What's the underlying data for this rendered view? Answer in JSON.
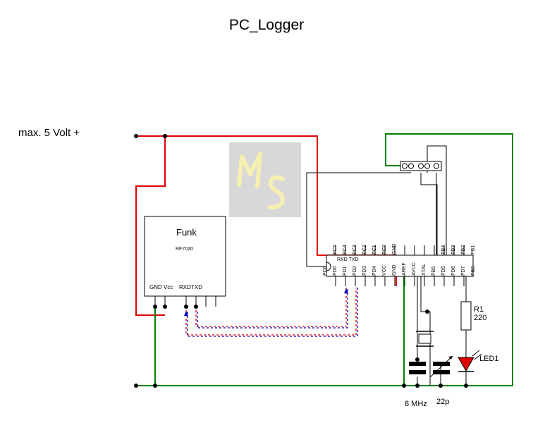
{
  "title": "PC_Logger",
  "supply_label": "max. 5 Volt +",
  "logo": {
    "text": "MS",
    "color": "#f6f0b0"
  },
  "radio_module": {
    "name": "Funk",
    "model": "RF7020",
    "pins": [
      "GND",
      "Vcc",
      "RXD",
      "TXD"
    ]
  },
  "mcu": {
    "top_pins": [
      "PC5",
      "PC4",
      "PC3",
      "PC2",
      "PC1",
      "PC0",
      "GND",
      "",
      "",
      "",
      "",
      "PB4",
      "PB3",
      "PB2",
      "PB1"
    ],
    "bottom_pins": [
      "PC6",
      "PD0",
      "PD1",
      "PD2",
      "PD3",
      "PD4",
      "VCC",
      "GND",
      "AREF",
      "AVCC",
      "XTAL",
      "PB5",
      "PD5",
      "PD6",
      "PD7",
      "PB0"
    ],
    "uart_label": "RXD TXD"
  },
  "components": {
    "resistor_name": "R1",
    "resistor_value": "220",
    "led_name": "LED1",
    "crystal_label": "8 MHz",
    "capacitor_label": "22p"
  },
  "colors": {
    "vcc_wire": "#e00000",
    "gnd_wire": "#008000",
    "signal_wire": "#000000",
    "data_wire_red": "#e00000",
    "data_wire_blue": "#0000c0",
    "led_fill": "#e00000"
  }
}
